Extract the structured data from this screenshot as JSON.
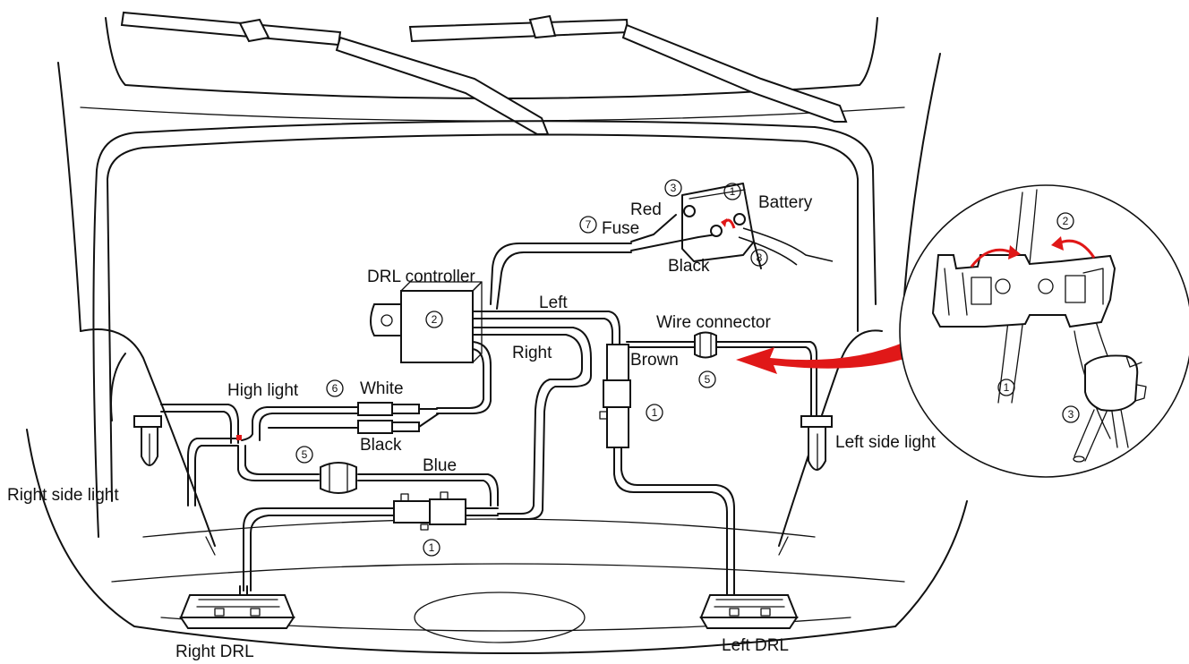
{
  "labels": {
    "battery": "Battery",
    "red": "Red",
    "fuse": "Fuse",
    "black_top": "Black",
    "drl_controller": "DRL controller",
    "left": "Left",
    "right": "Right",
    "wire_connector": "Wire connector",
    "brown": "Brown",
    "high_light": "High light",
    "white": "White",
    "black_mid": "Black",
    "blue": "Blue",
    "right_side_light": "Right side light",
    "left_side_light": "Left side light",
    "right_drl": "Right DRL",
    "left_drl": "Left DRL"
  },
  "callouts": {
    "battery_1": "1",
    "battery_3": "3",
    "fuse_7": "7",
    "battery_8": "8",
    "controller_2": "2",
    "connector_5": "5",
    "high_light_6": "6",
    "blue_5": "5",
    "bottom_1": "1",
    "left_1": "1",
    "inset_1": "1",
    "inset_2": "2",
    "inset_3": "3"
  },
  "colors": {
    "line": "#111111",
    "arrow": "#e01818",
    "background": "#ffffff"
  }
}
